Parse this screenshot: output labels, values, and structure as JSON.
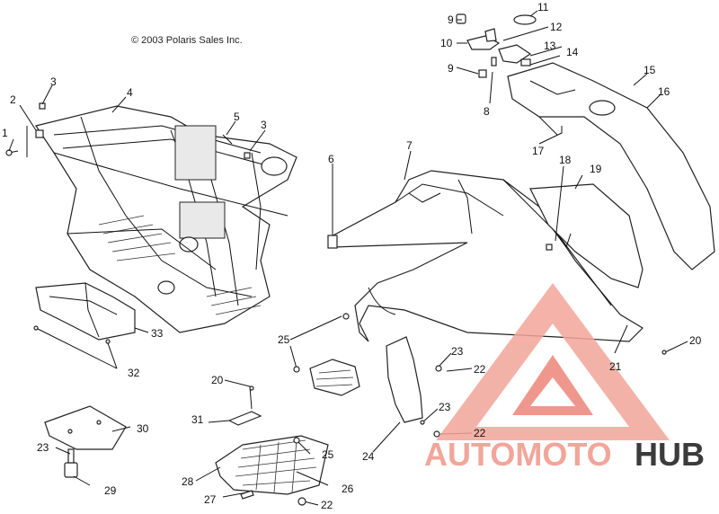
{
  "copyright": "© 2003 Polaris Sales Inc.",
  "callouts": [
    "1",
    "2",
    "3",
    "3",
    "4",
    "5",
    "6",
    "7",
    "8",
    "9",
    "9",
    "10",
    "11",
    "12",
    "13",
    "14",
    "15",
    "16",
    "17",
    "18",
    "19",
    "20",
    "20",
    "21",
    "22",
    "22",
    "22",
    "23",
    "23",
    "23",
    "24",
    "25",
    "25",
    "26",
    "27",
    "28",
    "29",
    "30",
    "31",
    "32",
    "33"
  ],
  "watermark": {
    "brand_part1": "AUTOMOTO",
    "brand_part2": "HUB",
    "color_light": "#f2a59a",
    "color_accent": "#e85c4c",
    "color_dark": "#3b3b3b"
  }
}
